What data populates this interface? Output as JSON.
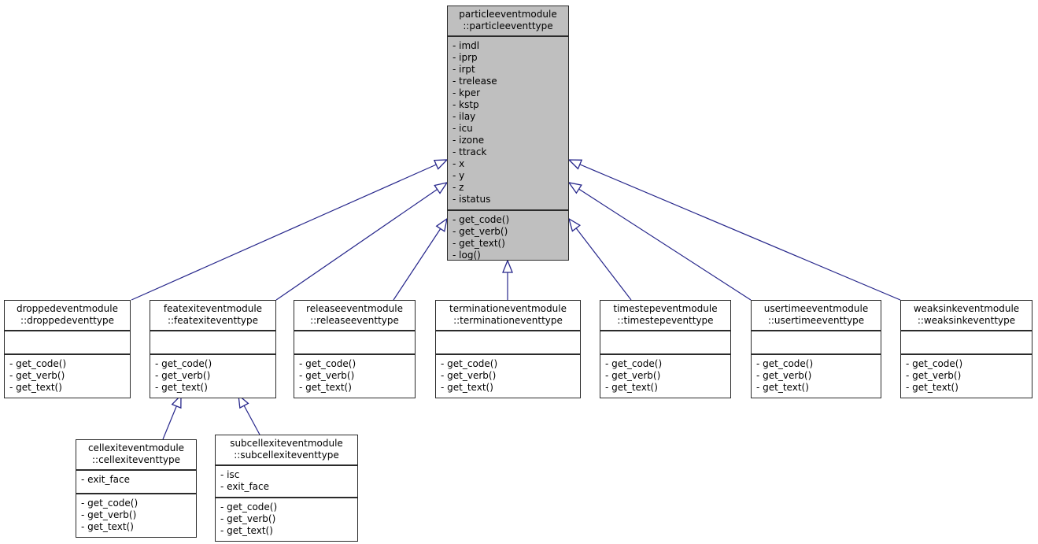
{
  "diagram": {
    "kind": "uml-class-inheritance-diagram",
    "colors": {
      "arrow": "#26268B",
      "node_fill": "#ffffff",
      "highlight_node_fill": "#bfbfbf",
      "node_border": "#2b2b2b",
      "text": "#000000",
      "background": "#ffffff"
    }
  },
  "classes": {
    "particleeventtype": {
      "title": [
        "particleeventmodule",
        "::particleeventtype"
      ],
      "attributes": [
        "- imdl",
        "- iprp",
        "- irpt",
        "- trelease",
        "- kper",
        "- kstp",
        "- ilay",
        "- icu",
        "- izone",
        "- ttrack",
        "- x",
        "- y",
        "- z",
        "- istatus"
      ],
      "methods": [
        "- get_code()",
        "- get_verb()",
        "- get_text()",
        "- log()"
      ]
    },
    "droppedeventtype": {
      "title": [
        "droppedeventmodule",
        "::droppedeventtype"
      ],
      "attributes": [],
      "methods": [
        "- get_code()",
        "- get_verb()",
        "- get_text()"
      ]
    },
    "featexiteventtype": {
      "title": [
        "featexiteventmodule",
        "::featexiteventtype"
      ],
      "attributes": [],
      "methods": [
        "- get_code()",
        "- get_verb()",
        "- get_text()"
      ]
    },
    "releaseeventtype": {
      "title": [
        "releaseeventmodule",
        "::releaseeventtype"
      ],
      "attributes": [],
      "methods": [
        "- get_code()",
        "- get_verb()",
        "- get_text()"
      ]
    },
    "terminationeventtype": {
      "title": [
        "terminationeventmodule",
        "::terminationeventtype"
      ],
      "attributes": [],
      "methods": [
        "- get_code()",
        "- get_verb()",
        "- get_text()"
      ]
    },
    "timestepeventtype": {
      "title": [
        "timestepeventmodule",
        "::timestepeventtype"
      ],
      "attributes": [],
      "methods": [
        "- get_code()",
        "- get_verb()",
        "- get_text()"
      ]
    },
    "usertimeeventtype": {
      "title": [
        "usertimeeventmodule",
        "::usertimeeventtype"
      ],
      "attributes": [],
      "methods": [
        "- get_code()",
        "- get_verb()",
        "- get_text()"
      ]
    },
    "weaksinkeventtype": {
      "title": [
        "weaksinkeventmodule",
        "::weaksinkeventtype"
      ],
      "attributes": [],
      "methods": [
        "- get_code()",
        "- get_verb()",
        "- get_text()"
      ]
    },
    "cellexiteventtype": {
      "title": [
        "cellexiteventmodule",
        "::cellexiteventtype"
      ],
      "attributes": [
        "- exit_face"
      ],
      "methods": [
        "- get_code()",
        "- get_verb()",
        "- get_text()"
      ]
    },
    "subcellexiteventtype": {
      "title": [
        "subcellexiteventmodule",
        "::subcellexiteventtype"
      ],
      "attributes": [
        "- isc",
        "- exit_face"
      ],
      "methods": [
        "- get_code()",
        "- get_verb()",
        "- get_text()"
      ]
    }
  },
  "inheritance": [
    {
      "derived": "droppedeventmodule::droppedeventtype",
      "base": "particleeventmodule::particleeventtype"
    },
    {
      "derived": "featexiteventmodule::featexiteventtype",
      "base": "particleeventmodule::particleeventtype"
    },
    {
      "derived": "releaseeventmodule::releaseeventtype",
      "base": "particleeventmodule::particleeventtype"
    },
    {
      "derived": "terminationeventmodule::terminationeventtype",
      "base": "particleeventmodule::particleeventtype"
    },
    {
      "derived": "timestepeventmodule::timestepeventtype",
      "base": "particleeventmodule::particleeventtype"
    },
    {
      "derived": "usertimeeventmodule::usertimeeventtype",
      "base": "particleeventmodule::particleeventtype"
    },
    {
      "derived": "weaksinkeventmodule::weaksinkeventtype",
      "base": "particleeventmodule::particleeventtype"
    },
    {
      "derived": "cellexiteventmodule::cellexiteventtype",
      "base": "featexiteventmodule::featexiteventtype"
    },
    {
      "derived": "subcellexiteventmodule::subcellexiteventtype",
      "base": "featexiteventmodule::featexiteventtype"
    }
  ]
}
